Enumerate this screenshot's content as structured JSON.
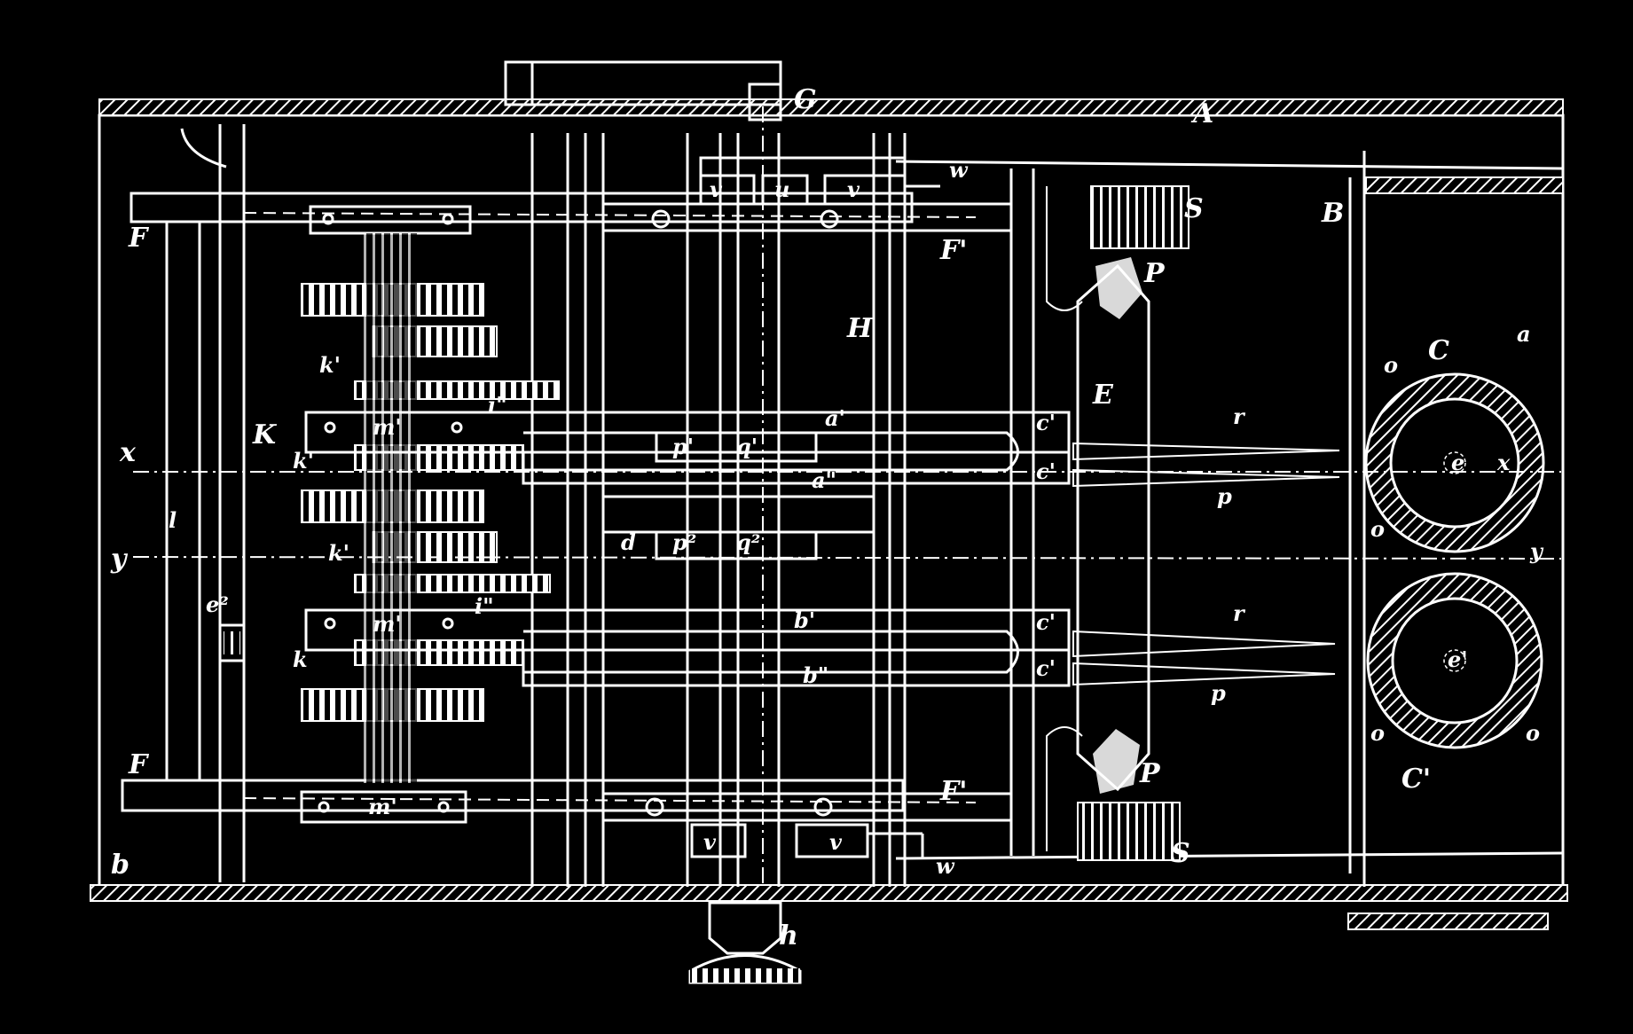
{
  "figure": {
    "labels": {
      "A": "A",
      "B": "B",
      "G": "G",
      "S": "S",
      "H": "H",
      "E": "E",
      "K": "K",
      "F": "F",
      "F_prime": "F'",
      "C": "C",
      "C_prime": "C'",
      "a": "a",
      "a_prime": "a'",
      "a_dprime": "a\"",
      "b": "b",
      "b_prime": "b'",
      "b_dprime": "b\"",
      "c_prime": "c'",
      "d": "d",
      "e": "e",
      "e_prime": "e'",
      "e2": "e²",
      "h": "h",
      "i_dprime": "i\"",
      "k": "k",
      "k_prime": "k'",
      "l": "l",
      "m_prime": "m'",
      "o": "o",
      "p": "p",
      "P": "P",
      "r": "r",
      "s": "s",
      "u": "u",
      "v": "v",
      "w": "w",
      "x": "x",
      "y": "y",
      "p1": "p'",
      "q1": "q'",
      "p2": "p²",
      "q2": "q²"
    }
  }
}
